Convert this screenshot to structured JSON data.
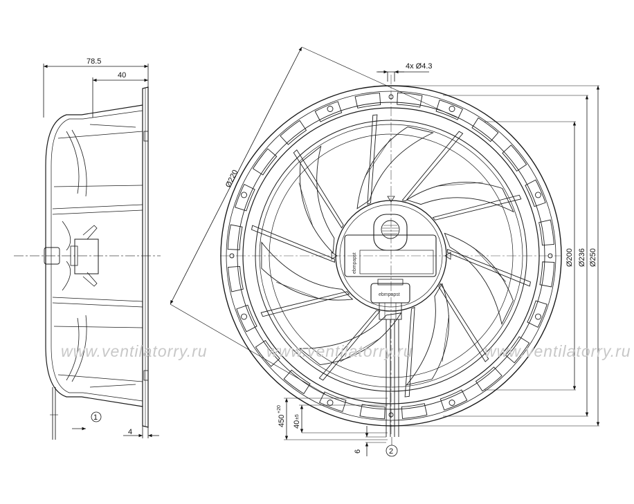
{
  "drawing": {
    "side_view": {
      "overall_depth": "78.5",
      "depth": "40",
      "flange_thickness": "4",
      "airflow_marker": "1"
    },
    "front_view": {
      "mounting_holes": "4x Ø4.3",
      "blade_diameter": "Ø220",
      "diameter_inner": "Ø200",
      "diameter_mid": "Ø236",
      "diameter_outer": "Ø250",
      "cable_length": "450",
      "cable_length_tol": "+20",
      "strip_length": "40",
      "strip_length_tol": "±5",
      "wire_end": "6",
      "rotation_marker": "2",
      "brand_label": "ebmpapst"
    },
    "watermark": "www.ventilatorry.ru"
  }
}
